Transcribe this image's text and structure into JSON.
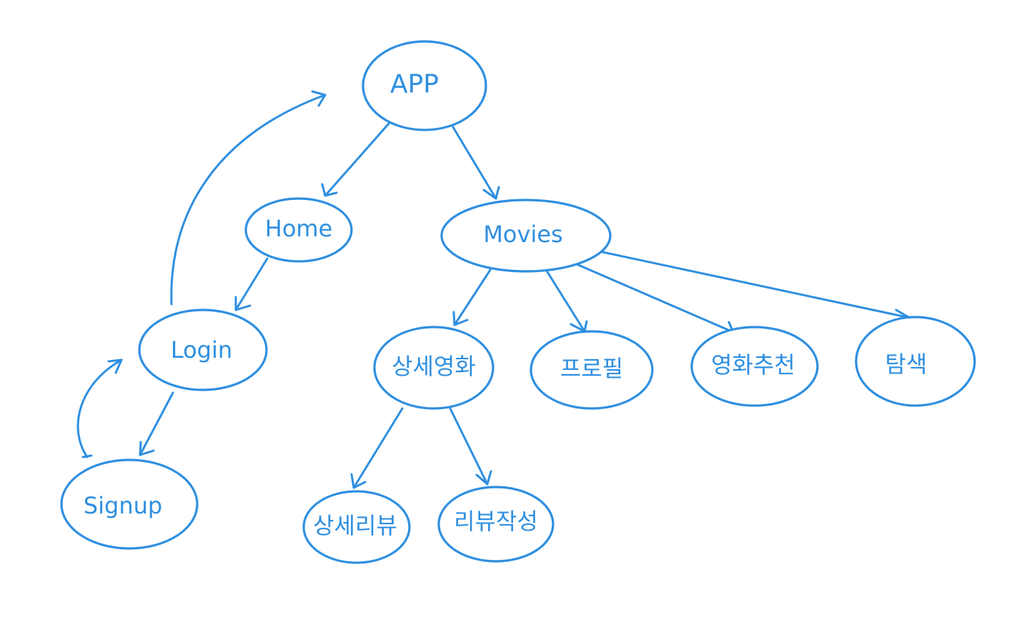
{
  "diagram": {
    "nodes": [
      {
        "id": "app",
        "label": "APP"
      },
      {
        "id": "home",
        "label": "Home"
      },
      {
        "id": "movies",
        "label": "Movies"
      },
      {
        "id": "login",
        "label": "Login"
      },
      {
        "id": "signup",
        "label": "Signup"
      },
      {
        "id": "detail-movie",
        "label": "상세영화"
      },
      {
        "id": "profile",
        "label": "프로필"
      },
      {
        "id": "recommend",
        "label": "영화추천"
      },
      {
        "id": "explore",
        "label": "탐색"
      },
      {
        "id": "detail-review",
        "label": "상세리뷰"
      },
      {
        "id": "write-review",
        "label": "리뷰작성"
      }
    ],
    "edges": [
      {
        "from": "app",
        "to": "home"
      },
      {
        "from": "app",
        "to": "movies"
      },
      {
        "from": "home",
        "to": "login"
      },
      {
        "from": "login",
        "to": "app"
      },
      {
        "from": "login",
        "to": "signup"
      },
      {
        "from": "signup",
        "to": "login"
      },
      {
        "from": "movies",
        "to": "detail-movie"
      },
      {
        "from": "movies",
        "to": "profile"
      },
      {
        "from": "movies",
        "to": "recommend"
      },
      {
        "from": "movies",
        "to": "explore"
      },
      {
        "from": "detail-movie",
        "to": "detail-review"
      },
      {
        "from": "detail-movie",
        "to": "write-review"
      }
    ]
  },
  "colors": {
    "stroke": "#2f8fe0",
    "background": "#ffffff"
  }
}
